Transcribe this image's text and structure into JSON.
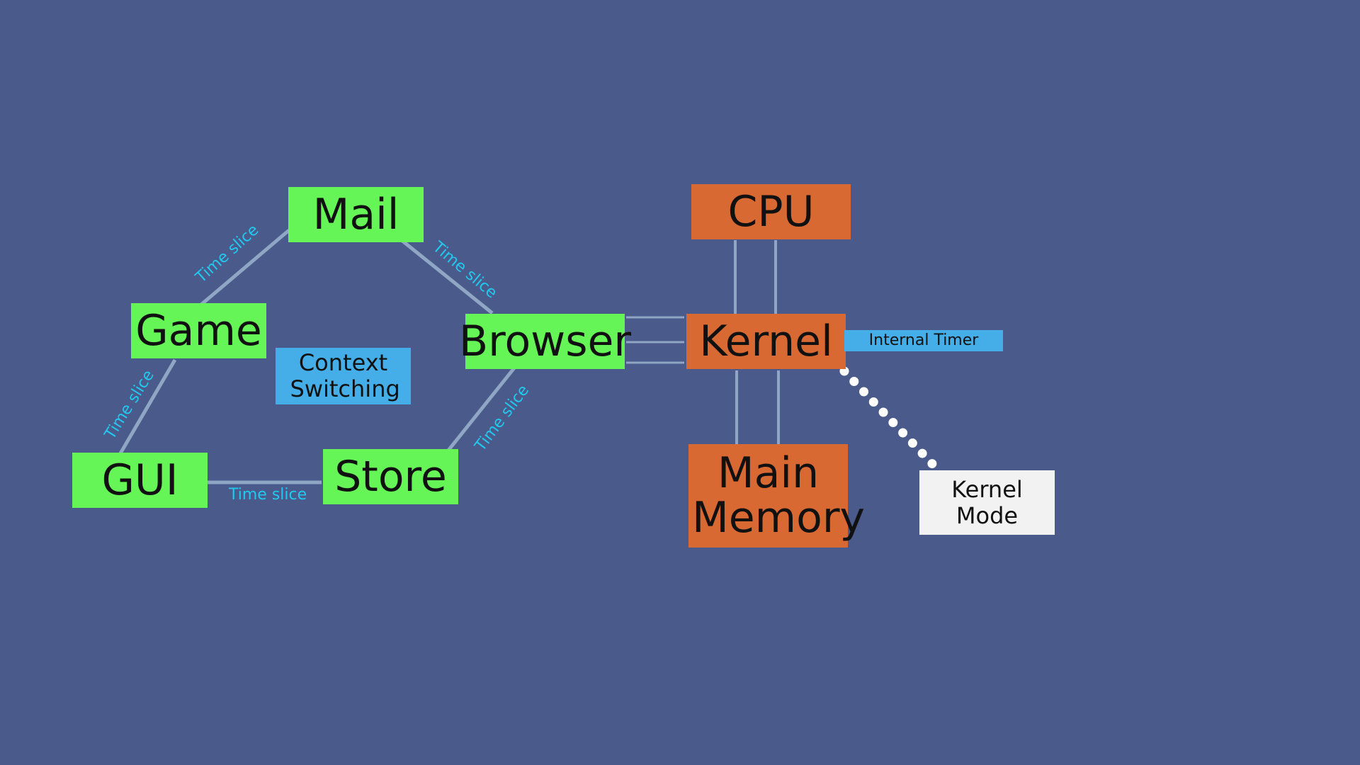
{
  "processes": {
    "mail": "Mail",
    "game": "Game",
    "browser": "Browser",
    "gui": "GUI",
    "store": "Store",
    "context_switching": "Context Switching"
  },
  "edges": {
    "mail_game": "Time slice",
    "mail_browser": "Time slice",
    "game_gui": "Time slice",
    "gui_store": "Time slice",
    "store_browser": "Time slice"
  },
  "system": {
    "cpu": "CPU",
    "kernel": "Kernel",
    "main_memory": "Main Memory",
    "internal_timer": "Internal Timer",
    "kernel_mode": "Kernel Mode"
  },
  "colors": {
    "background": "#4a5a8a",
    "process_box": "#66f556",
    "system_box": "#d96932",
    "info_box": "#45aee8",
    "mode_box": "#f2f2f2",
    "connector": "#8fa7c4",
    "edge_label": "#22c8ee"
  }
}
